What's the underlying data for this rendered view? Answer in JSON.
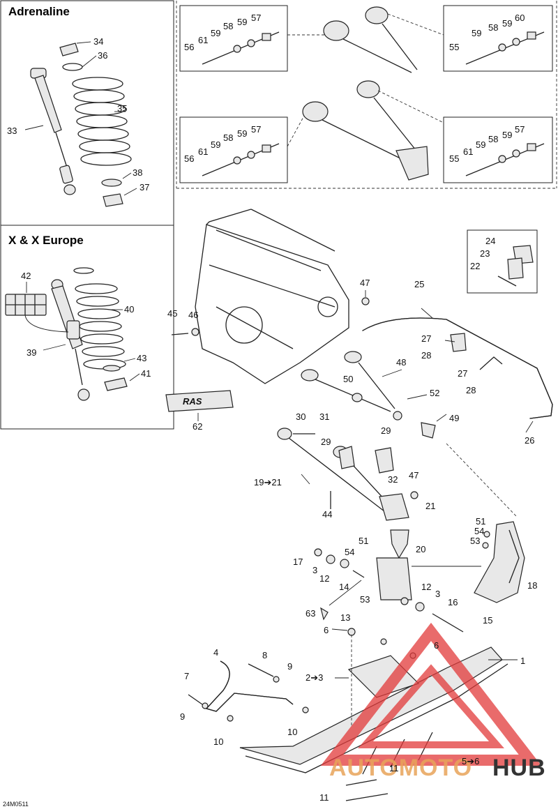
{
  "panels": {
    "adrenaline_title": "Adrenaline",
    "x_title": "X & X Europe"
  },
  "decal_label": "RAS",
  "diagram_code": "24M0511",
  "watermark": {
    "left": "AUTOMOTO",
    "right": "HUB",
    "left_color": "#e8a45a",
    "right_color": "#333333",
    "logo_color": "#e23a3a"
  },
  "callouts": [
    {
      "id": "c34",
      "text": "34"
    },
    {
      "id": "c36",
      "text": "36"
    },
    {
      "id": "c35",
      "text": "35"
    },
    {
      "id": "c33",
      "text": "33"
    },
    {
      "id": "c38",
      "text": "38"
    },
    {
      "id": "c37",
      "text": "37"
    },
    {
      "id": "c42",
      "text": "42"
    },
    {
      "id": "c40",
      "text": "40"
    },
    {
      "id": "c39",
      "text": "39"
    },
    {
      "id": "c43",
      "text": "43"
    },
    {
      "id": "c41",
      "text": "41"
    },
    {
      "id": "c62",
      "text": "62"
    },
    {
      "id": "a56",
      "text": "56"
    },
    {
      "id": "a61",
      "text": "61"
    },
    {
      "id": "a59a",
      "text": "59"
    },
    {
      "id": "a58",
      "text": "58"
    },
    {
      "id": "a59b",
      "text": "59"
    },
    {
      "id": "a57",
      "text": "57"
    },
    {
      "id": "b55",
      "text": "55"
    },
    {
      "id": "b59a",
      "text": "59"
    },
    {
      "id": "b58",
      "text": "58"
    },
    {
      "id": "b59b",
      "text": "59"
    },
    {
      "id": "b60",
      "text": "60"
    },
    {
      "id": "d56",
      "text": "56"
    },
    {
      "id": "d61",
      "text": "61"
    },
    {
      "id": "d59a",
      "text": "59"
    },
    {
      "id": "d58",
      "text": "58"
    },
    {
      "id": "d59b",
      "text": "59"
    },
    {
      "id": "d57",
      "text": "57"
    },
    {
      "id": "e55",
      "text": "55"
    },
    {
      "id": "e61",
      "text": "61"
    },
    {
      "id": "e59a",
      "text": "59"
    },
    {
      "id": "e58",
      "text": "58"
    },
    {
      "id": "e59b",
      "text": "59"
    },
    {
      "id": "e57",
      "text": "57"
    },
    {
      "id": "c24",
      "text": "24"
    },
    {
      "id": "c23",
      "text": "23"
    },
    {
      "id": "c22",
      "text": "22"
    },
    {
      "id": "c25",
      "text": "25"
    },
    {
      "id": "c47a",
      "text": "47"
    },
    {
      "id": "c45",
      "text": "45"
    },
    {
      "id": "c46",
      "text": "46"
    },
    {
      "id": "c27a",
      "text": "27"
    },
    {
      "id": "c28a",
      "text": "28"
    },
    {
      "id": "c27b",
      "text": "27"
    },
    {
      "id": "c28b",
      "text": "28"
    },
    {
      "id": "c48",
      "text": "48"
    },
    {
      "id": "c50",
      "text": "50"
    },
    {
      "id": "c52",
      "text": "52"
    },
    {
      "id": "c26",
      "text": "26"
    },
    {
      "id": "c30",
      "text": "30"
    },
    {
      "id": "c31",
      "text": "31"
    },
    {
      "id": "c49",
      "text": "49"
    },
    {
      "id": "c29a",
      "text": "29"
    },
    {
      "id": "c29b",
      "text": "29"
    },
    {
      "id": "c32",
      "text": "32"
    },
    {
      "id": "c1921",
      "text": "19➔21"
    },
    {
      "id": "c47b",
      "text": "47"
    },
    {
      "id": "c44",
      "text": "44"
    },
    {
      "id": "c21",
      "text": "21"
    },
    {
      "id": "c51a",
      "text": "51"
    },
    {
      "id": "c54a",
      "text": "54"
    },
    {
      "id": "c53a",
      "text": "53"
    },
    {
      "id": "c20",
      "text": "20"
    },
    {
      "id": "c18",
      "text": "18"
    },
    {
      "id": "c17",
      "text": "17"
    },
    {
      "id": "c3a",
      "text": "3"
    },
    {
      "id": "c12a",
      "text": "12"
    },
    {
      "id": "c14",
      "text": "14"
    },
    {
      "id": "c51b",
      "text": "51"
    },
    {
      "id": "c54b",
      "text": "54"
    },
    {
      "id": "c53b",
      "text": "53"
    },
    {
      "id": "c12b",
      "text": "12"
    },
    {
      "id": "c3b",
      "text": "3"
    },
    {
      "id": "c16",
      "text": "16"
    },
    {
      "id": "c63",
      "text": "63"
    },
    {
      "id": "c13",
      "text": "13"
    },
    {
      "id": "c15",
      "text": "15"
    },
    {
      "id": "c6a",
      "text": "6"
    },
    {
      "id": "c6b",
      "text": "6"
    },
    {
      "id": "c1",
      "text": "1"
    },
    {
      "id": "c4",
      "text": "4"
    },
    {
      "id": "c8",
      "text": "8"
    },
    {
      "id": "c9a",
      "text": "9"
    },
    {
      "id": "c23b",
      "text": "2➔3"
    },
    {
      "id": "c7",
      "text": "7"
    },
    {
      "id": "c9b",
      "text": "9"
    },
    {
      "id": "c10a",
      "text": "10"
    },
    {
      "id": "c10b",
      "text": "10"
    },
    {
      "id": "c56b",
      "text": "5➔6"
    },
    {
      "id": "c11a",
      "text": "11"
    },
    {
      "id": "c11b",
      "text": "11"
    }
  ]
}
